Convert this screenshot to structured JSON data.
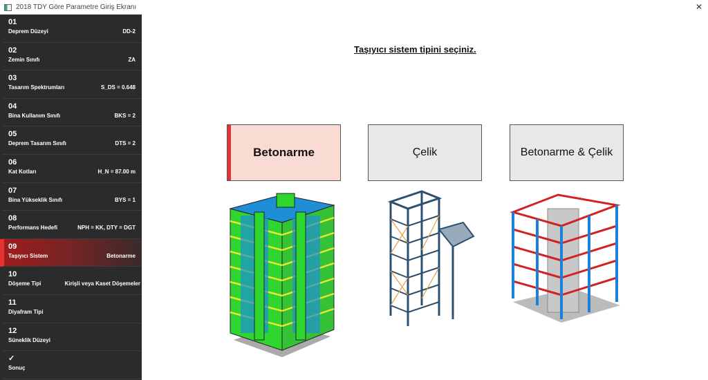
{
  "window": {
    "title": "2018 TDY Göre Parametre Giriş Ekranı",
    "close": "✕"
  },
  "sidebar": {
    "items": [
      {
        "num": "01",
        "label": "Deprem Düzeyi",
        "value": "DD-2"
      },
      {
        "num": "02",
        "label": "Zemin Sınıfı",
        "value": "ZA"
      },
      {
        "num": "03",
        "label": "Tasarım Spektrumları",
        "value": "S_DS = 0.648",
        "value_main": "S",
        "value_sub": "DS",
        "value_rest": " = 0.648"
      },
      {
        "num": "04",
        "label": "Bina Kullanım Sınıfı",
        "value": "BKS = 2"
      },
      {
        "num": "05",
        "label": "Deprem Tasarım Sınıfı",
        "value": "DTS = 2"
      },
      {
        "num": "06",
        "label": "Kat Kotları",
        "value": "H_N = 87.00 m",
        "value_main": "H",
        "value_sub": "N",
        "value_rest": " = 87.00 m"
      },
      {
        "num": "07",
        "label": "Bina Yükseklik Sınıfı",
        "value": "BYS = 1"
      },
      {
        "num": "08",
        "label": "Performans Hedefi",
        "value": "NPH = KK, DTY = DGT"
      },
      {
        "num": "09",
        "label": "Taşıyıcı Sistem",
        "value": "Betonarme"
      },
      {
        "num": "10",
        "label": "Döşeme Tipi",
        "value": "Kirişli veya Kaset Döşemeler"
      },
      {
        "num": "11",
        "label": "Diyafram Tipi",
        "value": ""
      },
      {
        "num": "12",
        "label": "Süneklik Düzeyi",
        "value": ""
      },
      {
        "num": "✓",
        "label": "Sonuç",
        "value": ""
      }
    ],
    "active_index": 8
  },
  "main": {
    "heading": "Taşıyıcı sistem tipini seçiniz.",
    "options": [
      {
        "label": "Betonarme",
        "selected": true
      },
      {
        "label": "Çelik",
        "selected": false
      },
      {
        "label": "Betonarme & Çelik",
        "selected": false
      }
    ]
  },
  "colors": {
    "accent": "#e43232",
    "sidebar": "#2b2b2b",
    "selected_bg": "#fadbd3"
  }
}
